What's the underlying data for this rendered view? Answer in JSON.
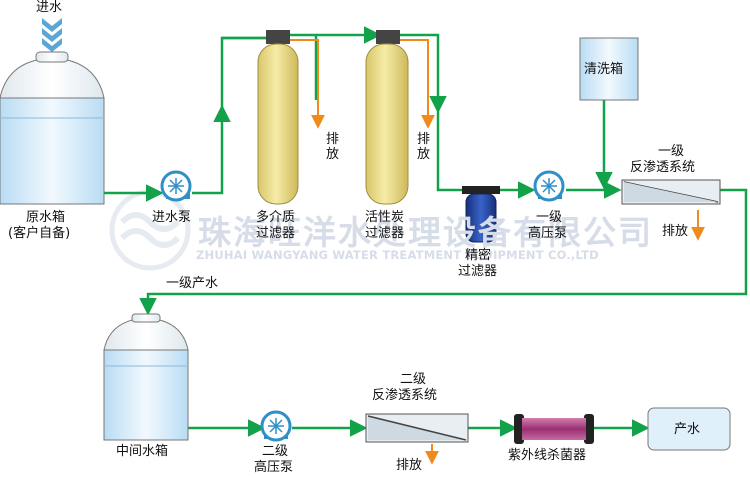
{
  "labels": {
    "inlet": "进水",
    "raw_tank": "原水箱",
    "raw_tank_note": "(客户自备)",
    "inlet_pump": "进水泵",
    "multimedia_filter_l1": "多介质",
    "multimedia_filter_l2": "过滤器",
    "carbon_filter_l1": "活性炭",
    "carbon_filter_l2": "过滤器",
    "drain_1": "排放",
    "drain_2": "排放",
    "cleaning_tank": "清洗箱",
    "precision_filter_l1": "精密",
    "precision_filter_l2": "过滤器",
    "hp_pump1_l1": "一级",
    "hp_pump1_l2": "高压泵",
    "ro1_l1": "一级",
    "ro1_l2": "反渗透系统",
    "ro1_drain": "排放",
    "first_stage_product": "一级产水",
    "middle_tank": "中间水箱",
    "hp_pump2_l1": "二级",
    "hp_pump2_l2": "高压泵",
    "ro2_l1": "二级",
    "ro2_l2": "反渗透系统",
    "ro2_drain": "排放",
    "uv_sterilizer": "紫外线杀菌器",
    "product_water": "产水"
  },
  "watermark": {
    "company_cn": "珠海旺洋水处理设备有限公司",
    "company_en": "ZHUHAI WANGYANG WATER TREATMENT EQUIPMENT CO.,LTD"
  },
  "colors": {
    "pipe": "#12a24a",
    "drain_arrow": "#f08a1c",
    "filter_body": "#efe39a",
    "water": "#cfe7f7",
    "precision_filter": "#1d3f9c",
    "uv": "#a8437f",
    "pump": "#2f8fc7"
  }
}
